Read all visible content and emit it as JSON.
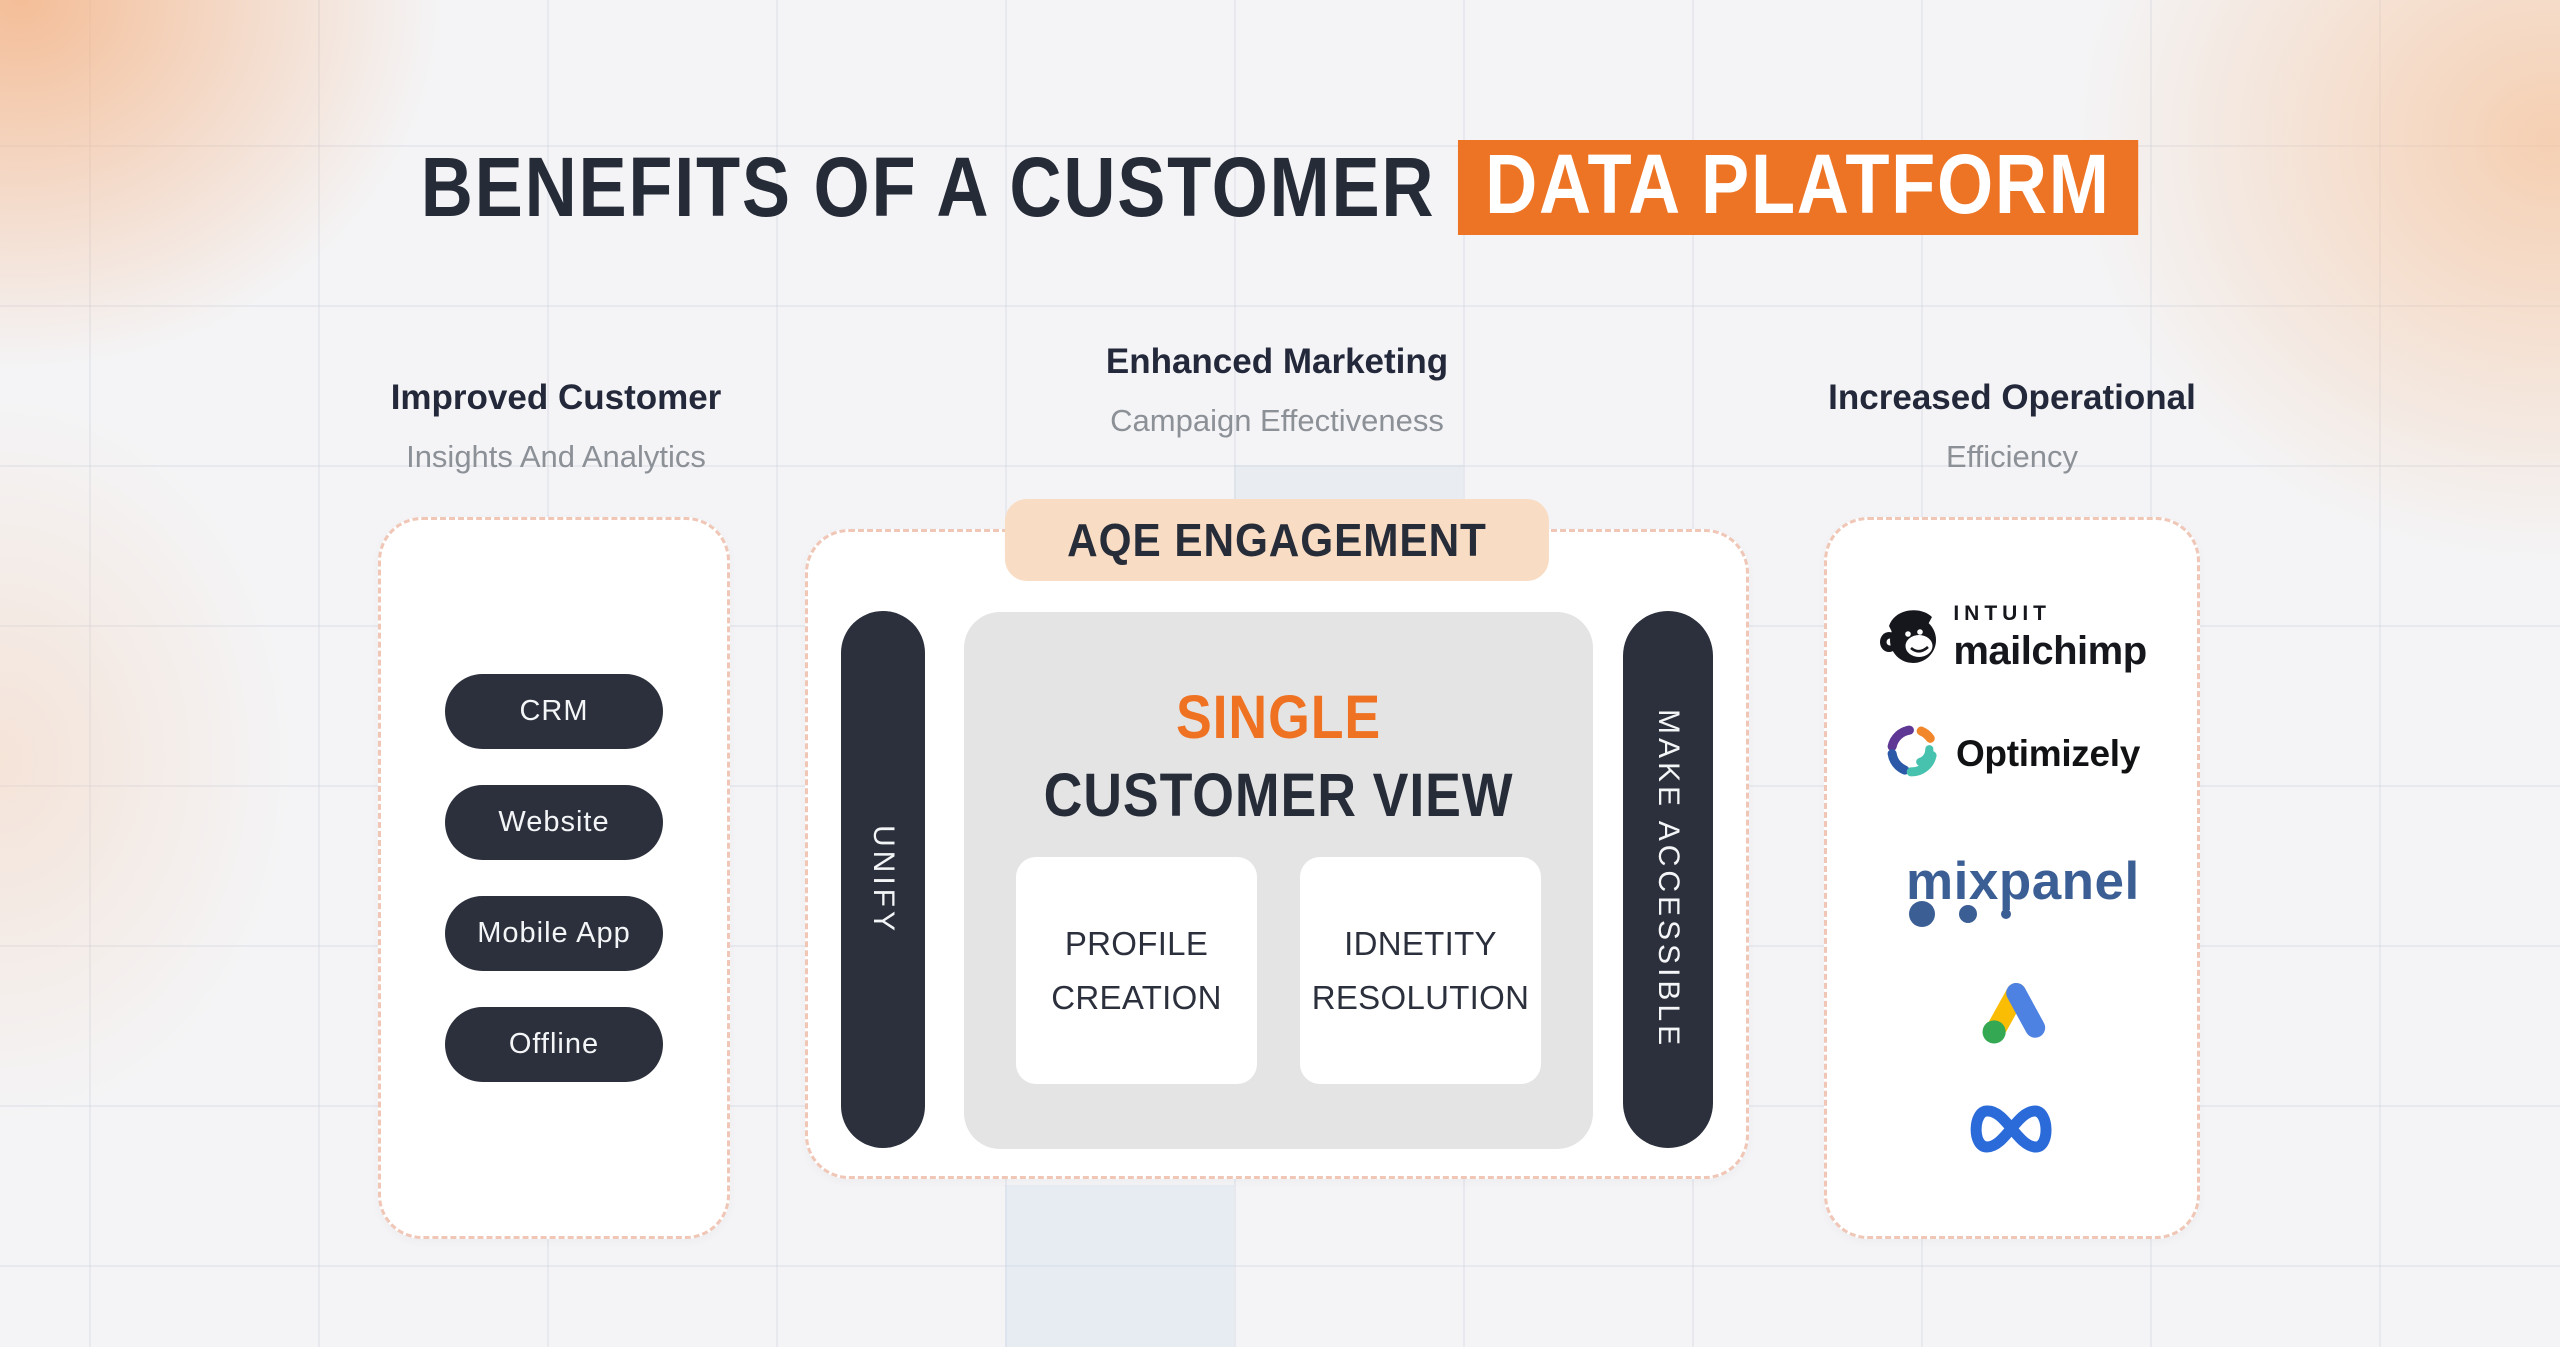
{
  "title": {
    "prefix": "BENEFITS OF A CUSTOMER",
    "highlight": "DATA PLATFORM"
  },
  "colors": {
    "accent_orange": "#ee7425",
    "dark_navy": "#2b303c",
    "badge_peach": "#f8dcc3",
    "dashed_border": "#f0c6b6",
    "heading_dark": "#23283a",
    "subheading_gray": "#8c9097",
    "panel_gray": "#e4e4e4",
    "single_orange": "#ef7223",
    "mixpanel_blue": "#3b5f95",
    "meta_blue": "#2b6bd9",
    "google_blue": "#4d82e3",
    "google_yellow": "#fbbc04",
    "google_green": "#34a853",
    "optimizely_purple": "#5f3795",
    "optimizely_orange": "#f1862b",
    "optimizely_teal": "#46c2ae",
    "optimizely_blue": "#2c58a8"
  },
  "columns": {
    "left": {
      "heading": "Improved Customer",
      "subheading": "Insights And Analytics",
      "pills": [
        "CRM",
        "Website",
        "Mobile App",
        "Offline"
      ]
    },
    "middle": {
      "heading": "Enhanced Marketing",
      "subheading": "Campaign Effectiveness",
      "badge": "AQE ENGAGEMENT",
      "left_bar": "UNIFY",
      "right_bar": "MAKE ACCESSIBLE",
      "panel": {
        "accent_line": "SINGLE",
        "main_line": "CUSTOMER VIEW",
        "box_left": "PROFILE\nCREATION",
        "box_right": "IDNETITY\nRESOLUTION"
      }
    },
    "right": {
      "heading": "Increased Operational",
      "subheading": "Efficiency",
      "logos": {
        "mailchimp_top": "INTUIT",
        "mailchimp_bottom": "mailchimp",
        "optimizely": "Optimizely",
        "mixpanel": "mixpanel"
      }
    }
  }
}
